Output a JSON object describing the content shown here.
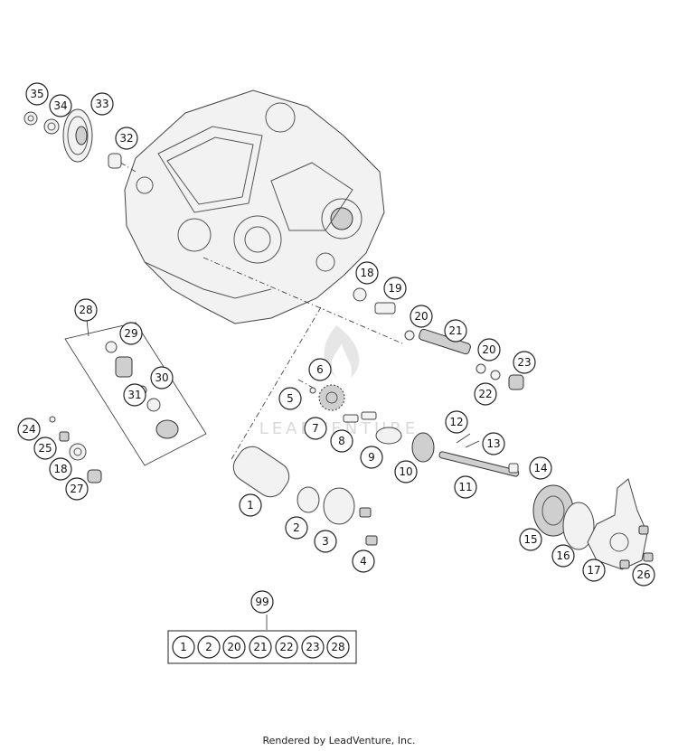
{
  "footer": {
    "text": "Rendered by LeadVenture, Inc."
  },
  "watermark": {
    "text": "LEADVENTURE",
    "color": "#d9d9d9"
  },
  "callouts": [
    {
      "id": "c35",
      "label": "35"
    },
    {
      "id": "c34",
      "label": "34"
    },
    {
      "id": "c33",
      "label": "33"
    },
    {
      "id": "c32",
      "label": "32"
    },
    {
      "id": "c28",
      "label": "28"
    },
    {
      "id": "c29",
      "label": "29"
    },
    {
      "id": "c30",
      "label": "30"
    },
    {
      "id": "c31",
      "label": "31"
    },
    {
      "id": "c24",
      "label": "24"
    },
    {
      "id": "c25",
      "label": "25"
    },
    {
      "id": "c18a",
      "label": "18"
    },
    {
      "id": "c27",
      "label": "27"
    },
    {
      "id": "c18b",
      "label": "18"
    },
    {
      "id": "c19",
      "label": "19"
    },
    {
      "id": "c20a",
      "label": "20"
    },
    {
      "id": "c21",
      "label": "21"
    },
    {
      "id": "c20b",
      "label": "20"
    },
    {
      "id": "c23",
      "label": "23"
    },
    {
      "id": "c22",
      "label": "22"
    },
    {
      "id": "c6",
      "label": "6"
    },
    {
      "id": "c5",
      "label": "5"
    },
    {
      "id": "c7",
      "label": "7"
    },
    {
      "id": "c8",
      "label": "8"
    },
    {
      "id": "c9",
      "label": "9"
    },
    {
      "id": "c12",
      "label": "12"
    },
    {
      "id": "c13",
      "label": "13"
    },
    {
      "id": "c10",
      "label": "10"
    },
    {
      "id": "c11",
      "label": "11"
    },
    {
      "id": "c14",
      "label": "14"
    },
    {
      "id": "c1",
      "label": "1"
    },
    {
      "id": "c2",
      "label": "2"
    },
    {
      "id": "c3",
      "label": "3"
    },
    {
      "id": "c4",
      "label": "4"
    },
    {
      "id": "c15",
      "label": "15"
    },
    {
      "id": "c16",
      "label": "16"
    },
    {
      "id": "c17",
      "label": "17"
    },
    {
      "id": "c26",
      "label": "26"
    },
    {
      "id": "c99",
      "label": "99"
    }
  ],
  "kit_contents": [
    "1",
    "2",
    "20",
    "21",
    "22",
    "23",
    "28"
  ]
}
